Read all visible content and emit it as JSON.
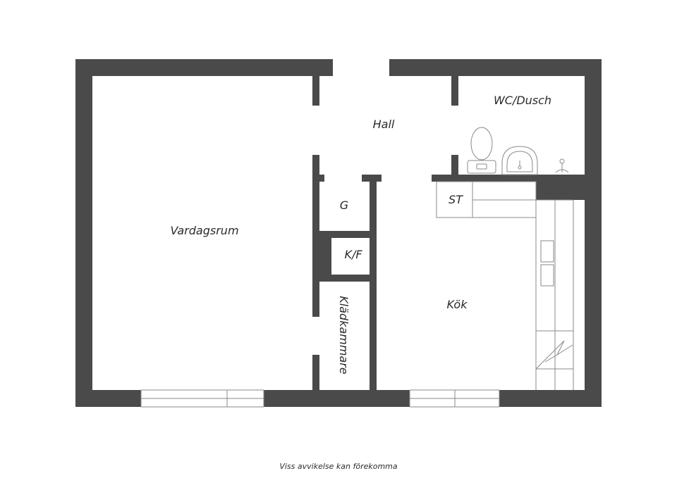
{
  "rooms": {
    "vardagsrum": "Vardagsrum",
    "hall": "Hall",
    "wc": "WC/Dusch",
    "g": "G",
    "st": "ST",
    "kf": "K/F",
    "kladkammare": "Klädkammare",
    "kok": "Kök"
  },
  "footer": {
    "disclaimer": "Viss avvikelse kan förekomma"
  },
  "icons": [
    "toilet-icon",
    "sink-icon",
    "shower-faucet-icon",
    "stove-icon",
    "electrical-panel-icon"
  ],
  "colors": {
    "wall": "#4a4a4a",
    "fixture_line": "#8a8a8a",
    "text": "#2b2b2b"
  }
}
